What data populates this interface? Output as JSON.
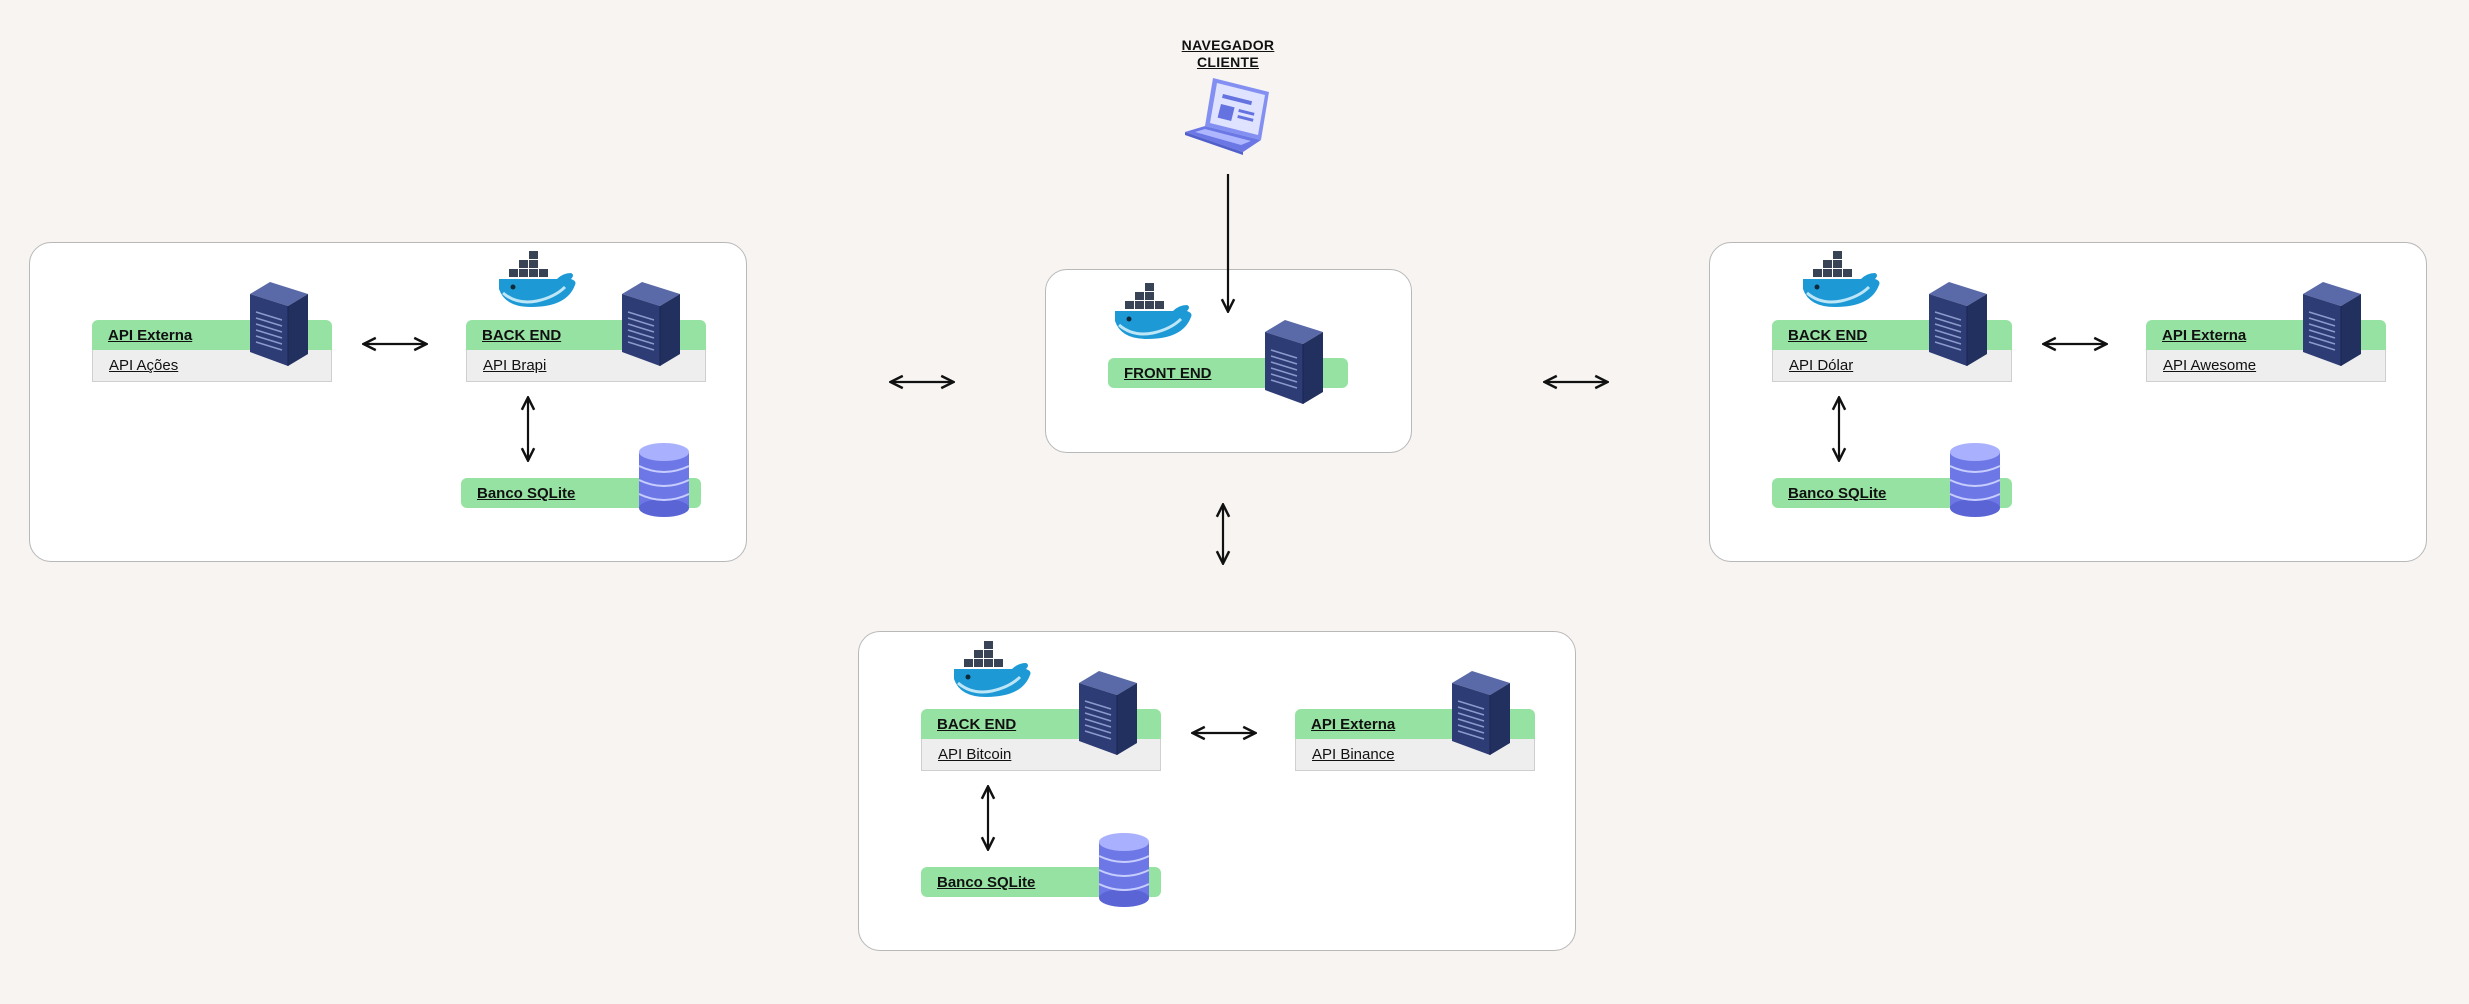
{
  "client": {
    "title_line1": "NAVEGADOR",
    "title_line2": "CLIENTE",
    "icon": "laptop-icon"
  },
  "frontend": {
    "label": "FRONT END"
  },
  "acoes_group": {
    "external": {
      "label": "API Externa",
      "sub": "API Ações"
    },
    "backend": {
      "label": "BACK END",
      "sub": "API Brapi"
    },
    "db": {
      "label": "Banco SQLite"
    }
  },
  "dolar_group": {
    "backend": {
      "label": "BACK END",
      "sub": "API Dólar"
    },
    "external": {
      "label": "API Externa",
      "sub": "API Awesome"
    },
    "db": {
      "label": "Banco SQLite"
    }
  },
  "bitcoin_group": {
    "backend": {
      "label": "BACK END",
      "sub": "API Bitcoin"
    },
    "external": {
      "label": "API Externa",
      "sub": "API Binance"
    },
    "db": {
      "label": "Banco SQLite"
    }
  },
  "colors": {
    "card_header": "#96e2a2",
    "server": "#2f3f7a",
    "database": "#7b86f0",
    "docker": "#1d9ad6"
  },
  "icons": [
    "server-icon",
    "database-icon",
    "docker-whale-icon",
    "laptop-icon",
    "double-arrow-icon"
  ]
}
